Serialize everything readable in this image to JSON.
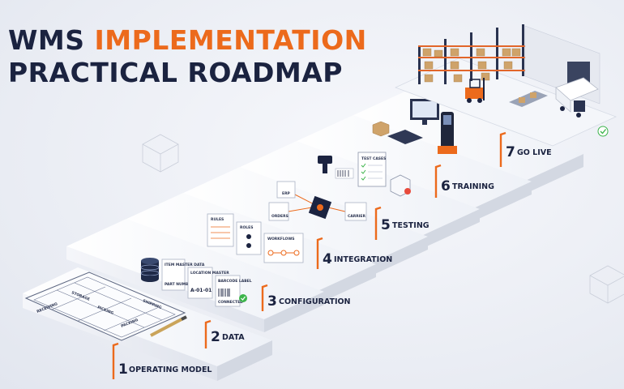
{
  "title": {
    "line1_plain": "WMS ",
    "line1_accent": "IMPLEMENTATION",
    "line2": "PRACTICAL ROADMAP"
  },
  "colors": {
    "navy": "#1b2340",
    "accent": "#ec6a1c",
    "background": "#eef0f6"
  },
  "steps": [
    {
      "number": "1",
      "label": "OPERATING MODEL"
    },
    {
      "number": "2",
      "label": "DATA"
    },
    {
      "number": "3",
      "label": "CONFIGURATION"
    },
    {
      "number": "4",
      "label": "INTEGRATION"
    },
    {
      "number": "5",
      "label": "TESTING"
    },
    {
      "number": "6",
      "label": "TRAINING"
    },
    {
      "number": "7",
      "label": "GO LIVE"
    }
  ],
  "blueprint_labels": [
    "RECEIVING",
    "STORAGE",
    "PICKING",
    "PACKING",
    "SHIPPING"
  ],
  "data_cards": [
    {
      "title": "ITEM MASTER DATA",
      "value": "PART NUMBER"
    },
    {
      "title": "LOCATION MASTER",
      "value": "A-01-01"
    },
    {
      "title": "BARCODE LABEL",
      "value": "CONNECTED"
    }
  ],
  "config_cards": [
    "RULES",
    "ROLES",
    "WORKFLOWS"
  ],
  "integration_nodes": [
    "ERP",
    "ORDERS",
    "CARRIER"
  ],
  "testing_card": "TEST CASES",
  "icons": [
    "database-icon",
    "pencil-icon",
    "check-icon",
    "forklift-icon",
    "truck-icon",
    "handheld-scanner-icon",
    "barcode-scanner-icon",
    "gear-icon",
    "box-icon"
  ]
}
